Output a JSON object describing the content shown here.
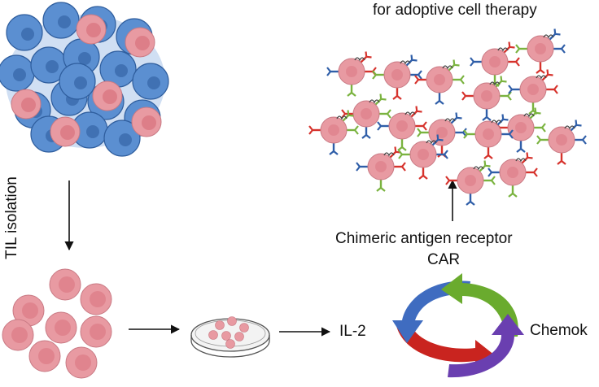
{
  "diagram": {
    "title_partial": "for adoptive cell therapy",
    "step_label": "TIL isolation",
    "receptor_label_line1": "Chimeric antigen receptor",
    "receptor_label_line2": "CAR",
    "cytokine_label": "IL-2",
    "chemokine_label_partial": "Chemok"
  },
  "nodes": [
    {
      "name": "tumor-tissue-cluster"
    },
    {
      "name": "isolated-til-cells"
    },
    {
      "name": "culture-dish"
    },
    {
      "name": "engineering-cycle-arrows"
    },
    {
      "name": "engineered-car-t-cells"
    }
  ],
  "edges": [
    {
      "from": "tumor-tissue-cluster",
      "to": "isolated-til-cells",
      "label_key": "step_label"
    },
    {
      "from": "isolated-til-cells",
      "to": "culture-dish"
    },
    {
      "from": "culture-dish",
      "to": "engineering-cycle-arrows"
    },
    {
      "from": "engineering-cycle-arrows",
      "to": "engineered-car-t-cells"
    }
  ],
  "colors": {
    "tumor_blue": "#5b8fd1",
    "tumor_blue_dark": "#2f5e9e",
    "cell_pink": "#e89aa2",
    "cell_nucleus": "#d9727d",
    "receptor_red": "#d6322c",
    "receptor_blue": "#2f5ea8",
    "receptor_green": "#7ab33f",
    "arrow_red": "#c9241f",
    "arrow_blue": "#3f6cc0",
    "arrow_green": "#6aab2e",
    "arrow_purple": "#6a3fb0"
  }
}
